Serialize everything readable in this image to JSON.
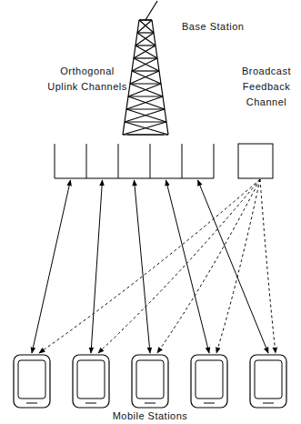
{
  "diagram": {
    "nodes": [
      {
        "text": [
          "Orthogonal Uplink Channels"
        ]
      },
      {
        "text": [
          "Broadcast Feedback Channel"
        ]
      }
    ],
    "labels": [
      "Base Station",
      "Mobile Stations"
    ]
  }
}
